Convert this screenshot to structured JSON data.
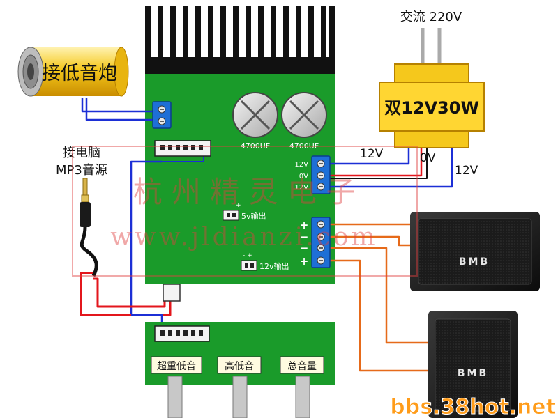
{
  "labels": {
    "ac_input": "交流 220V",
    "transformer": "双12V30W",
    "subwoofer": "接低音炮",
    "source_line1": "接电脑",
    "source_line2": "MP3音源",
    "cap_left": "4700UF",
    "cap_right": "4700UF",
    "pin_12v_top": "12V",
    "pin_0v": "0V",
    "pin_12v_bottom": "12V",
    "wire_12v_left": "12V",
    "wire_0v": "0V",
    "wire_12v_right": "12V",
    "out_5v": "5v输出",
    "out_12v": "12v输出",
    "sp_plus_1": "+",
    "sp_minus_1": "−",
    "sp_minus_2": "−",
    "sp_plus_2": "+",
    "knob_super_bass": "超重低音",
    "knob_bass_treble": "高低音",
    "knob_master_volume": "总音量",
    "speaker_brand_top": "BMB",
    "speaker_brand_bottom": "BMB",
    "watermark_cn": "杭 州 精 灵 电 子",
    "watermark_url": "www.jldianzi.com",
    "site_url": "bbs.38hot.net"
  },
  "colors": {
    "pcb": "#1a9b2a",
    "heatsink": "#111111",
    "wire_blue": "#1c2fd6",
    "wire_red": "#e3161c",
    "wire_orange": "#e66a1a",
    "wire_black": "#111111",
    "transformer_yellow": "#f5c81c",
    "watermark_red": "#e04040",
    "site_orange": "#ff9c1a"
  }
}
